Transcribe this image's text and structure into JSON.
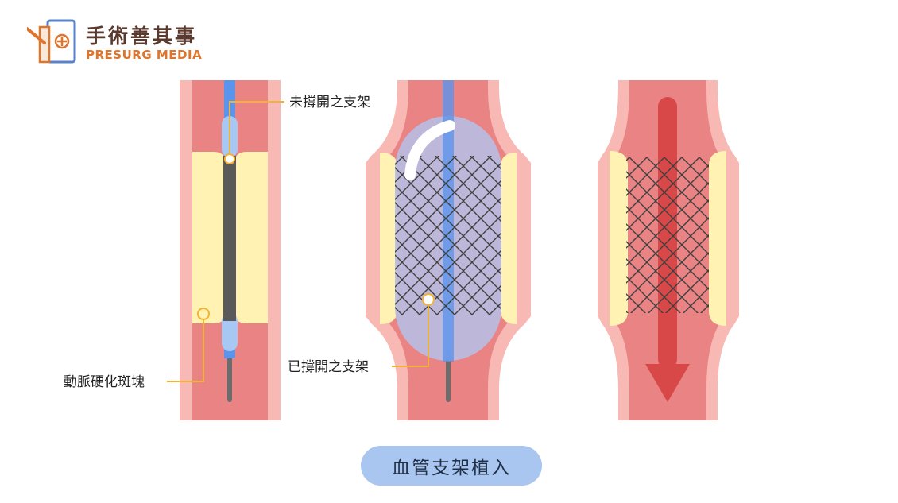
{
  "brand": {
    "name_cn": "手術善其事",
    "name_en": "PRESURG MEDIA"
  },
  "labels": {
    "unexpanded_stent": "未撐開之支架",
    "expanded_stent": "已撐開之支架",
    "plaque": "動脈硬化斑塊"
  },
  "caption": "血管支架植入",
  "colors": {
    "vessel_wall": "#f8b8b4",
    "vessel_lumen": "#ea8383",
    "plaque": "#fff2b3",
    "catheter": "#5b94ec",
    "stent_body": "#5a5a5a",
    "balloon": "#b9bde2",
    "flow_arrow": "#d84848",
    "callout_line": "#f2b233",
    "caption_bg": "#a9c6f0",
    "brand_orange": "#e0742a",
    "brand_blue": "#5a82c8"
  }
}
